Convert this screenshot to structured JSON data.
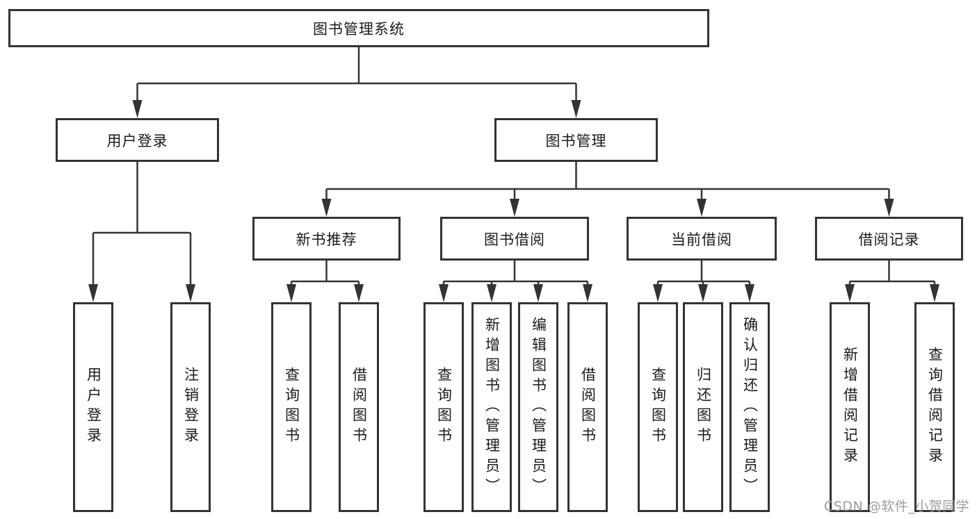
{
  "diagram": {
    "title": "图书管理系统",
    "level2": {
      "user_login": "用户登录",
      "book_management": "图书管理"
    },
    "level3": {
      "new_book_recommend": "新书推荐",
      "book_borrowing": "图书借阅",
      "current_borrowing": "当前借阅",
      "borrowing_records": "借阅记录"
    },
    "leaves": {
      "user_login": "用户登录",
      "logout": "注销登录",
      "nbr_query_books": "查询图书",
      "nbr_borrow_books": "借阅图书",
      "bb_query_books": "查询图书",
      "bb_add_books_admin": "新增图书（管理员）",
      "bb_edit_books_admin": "编辑图书（管理员）",
      "bb_borrow_books": "借阅图书",
      "cb_query_books": "查询图书",
      "cb_return_books": "归还图书",
      "cb_confirm_return_admin": "确认归还（管理员）",
      "br_add_record": "新增借阅记录",
      "br_query_record": "查询借阅记录"
    },
    "colors": {
      "line": "#333333",
      "text": "#1a1a1a",
      "watermark": "#9b9b9b",
      "background": "#ffffff"
    }
  },
  "watermark": {
    "text": "CSDN @软件_小贺同学"
  }
}
